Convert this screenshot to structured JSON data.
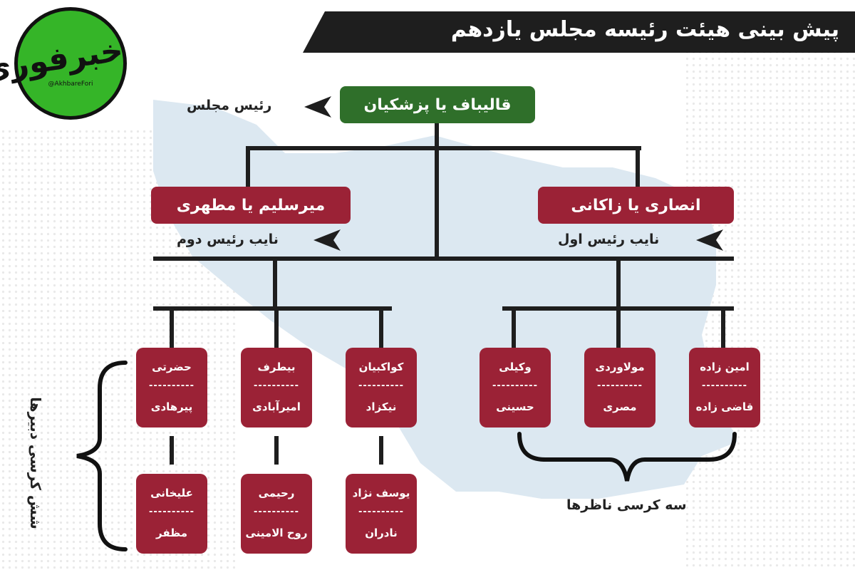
{
  "header": {
    "title": "پیش بینی هیئت رئیسه مجلس یازدهم"
  },
  "logo": {
    "text": "خبرفوری",
    "handle": "@AkhbareFori"
  },
  "colors": {
    "green": "#2f6f2a",
    "red": "#9b2236",
    "dark": "#1e1e1e",
    "logo_green": "#35b528"
  },
  "chart": {
    "speaker": {
      "name": "قالیباف یا پزشکیان",
      "role": "رئیس مجلس"
    },
    "first_deputy": {
      "name": "انصاری یا زاکانی",
      "role": "نایب رئیس اول"
    },
    "second_deputy": {
      "name": "میرسلیم یا مطهری",
      "role": "نایب رئیس دوم"
    },
    "supervisors": {
      "label": "سه کرسی ناظرها",
      "cards": [
        {
          "top": "امین زاده",
          "bottom": "قاضی زاده"
        },
        {
          "top": "مولاوردی",
          "bottom": "مصری"
        },
        {
          "top": "وکیلی",
          "bottom": "حسینی"
        }
      ]
    },
    "secretaries": {
      "label": "شش کرسی دبیرها",
      "top_row": [
        {
          "top": "کواکبیان",
          "bottom": "نیکزاد"
        },
        {
          "top": "بیطرف",
          "bottom": "امیرآبادی"
        },
        {
          "top": "حضرتی",
          "bottom": "پیرهادی"
        }
      ],
      "bottom_row": [
        {
          "top": "یوسف نژاد",
          "bottom": "نادران"
        },
        {
          "top": "رحیمی",
          "bottom": "روح الامینی"
        },
        {
          "top": "علیخانی",
          "bottom": "مظفر"
        }
      ]
    },
    "separator": "----------"
  }
}
